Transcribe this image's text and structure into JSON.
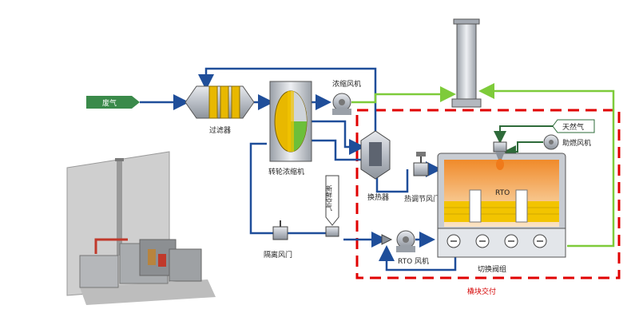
{
  "labels": {
    "waste_gas": "废气",
    "filter": "过滤器",
    "rotor": "转轮浓缩机",
    "conc_fan": "浓缩风机",
    "heat_exchanger": "换热器",
    "heat_damper": "热调节风门",
    "isolation_damper": "隔离风门",
    "fresh_air": "新鲜空气",
    "natural_gas": "天然气",
    "burner_fan": "助燃风机",
    "rto": "RTO",
    "rto_fan": "RTO 风机",
    "switch_valves": "切换阀组",
    "skid": "橇块交付"
  },
  "colors": {
    "duct_blue": "#1f4e9a",
    "clean_green": "#7ecb3a",
    "gas_green": "#2e6b3a",
    "skid_red": "#e00000",
    "inlet_arrow": "#3a8a4a"
  },
  "icons": [
    "fan-icon",
    "damper-icon",
    "valve-icon",
    "chimney-icon"
  ]
}
